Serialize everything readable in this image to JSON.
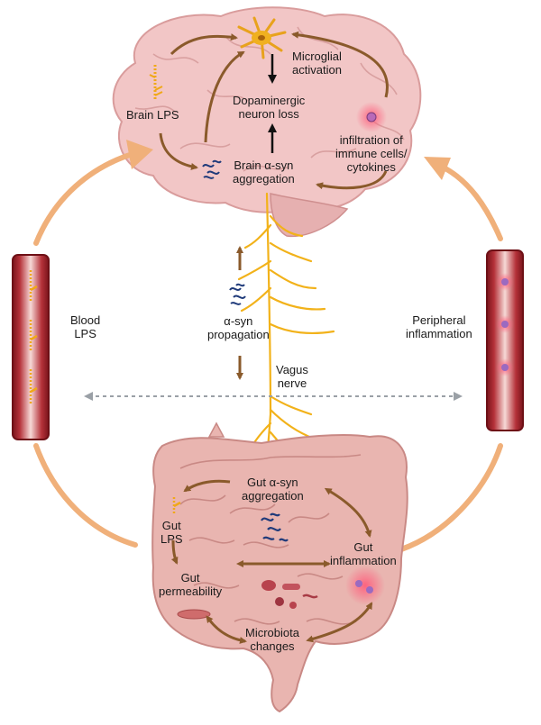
{
  "brain": {
    "microglial": [
      "Microglial",
      "activation"
    ],
    "brain_lps": "Brain  LPS",
    "neuron_loss": [
      "Dopaminergic",
      "neuron loss"
    ],
    "infiltration": [
      "infiltration of",
      "immune cells/",
      "cytokines"
    ],
    "asyn_aggregation": [
      "Brain  α-syn",
      "aggregation"
    ]
  },
  "middle": {
    "blood_lps": [
      "Blood",
      "LPS"
    ],
    "asyn_propagation": [
      "α-syn",
      "propagation"
    ],
    "peripheral": [
      "Peripheral",
      "inflammation"
    ],
    "vagus": [
      "Vagus",
      "nerve"
    ]
  },
  "gut": {
    "asyn_aggregation": [
      "Gut α-syn",
      "aggregation"
    ],
    "gut_lps": [
      "Gut",
      "LPS"
    ],
    "inflammation": [
      "Gut",
      "inflammation"
    ],
    "permeability": [
      "Gut",
      "permeability"
    ],
    "microbiota": [
      "Microbiota",
      "changes"
    ]
  },
  "colors": {
    "cycle_arrow": "#f0b07a",
    "brown_arrow": "#8a5a2b",
    "nerve": "#f2b21a",
    "brain_fill": "#f2c6c6",
    "gut_fill": "#e9b5b0",
    "vessel": "#8e1b22",
    "asyn": "#1f3a7a",
    "dashed": "#9aa0a6"
  }
}
